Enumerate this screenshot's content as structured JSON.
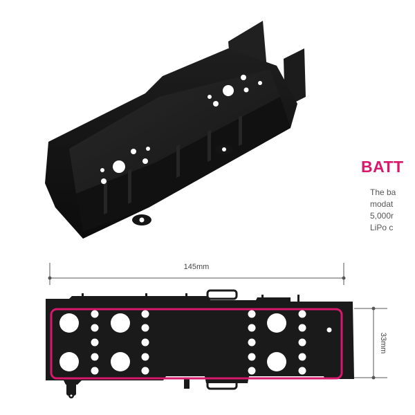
{
  "section": {
    "heading": "BATT",
    "description_lines": [
      "The ba",
      "modat",
      "5,000r",
      "LiPo c"
    ]
  },
  "diagram": {
    "length_label": "145mm",
    "width_label": "33mm",
    "highlight_color": "#d8186c",
    "part_color": "#1a1a1a"
  }
}
